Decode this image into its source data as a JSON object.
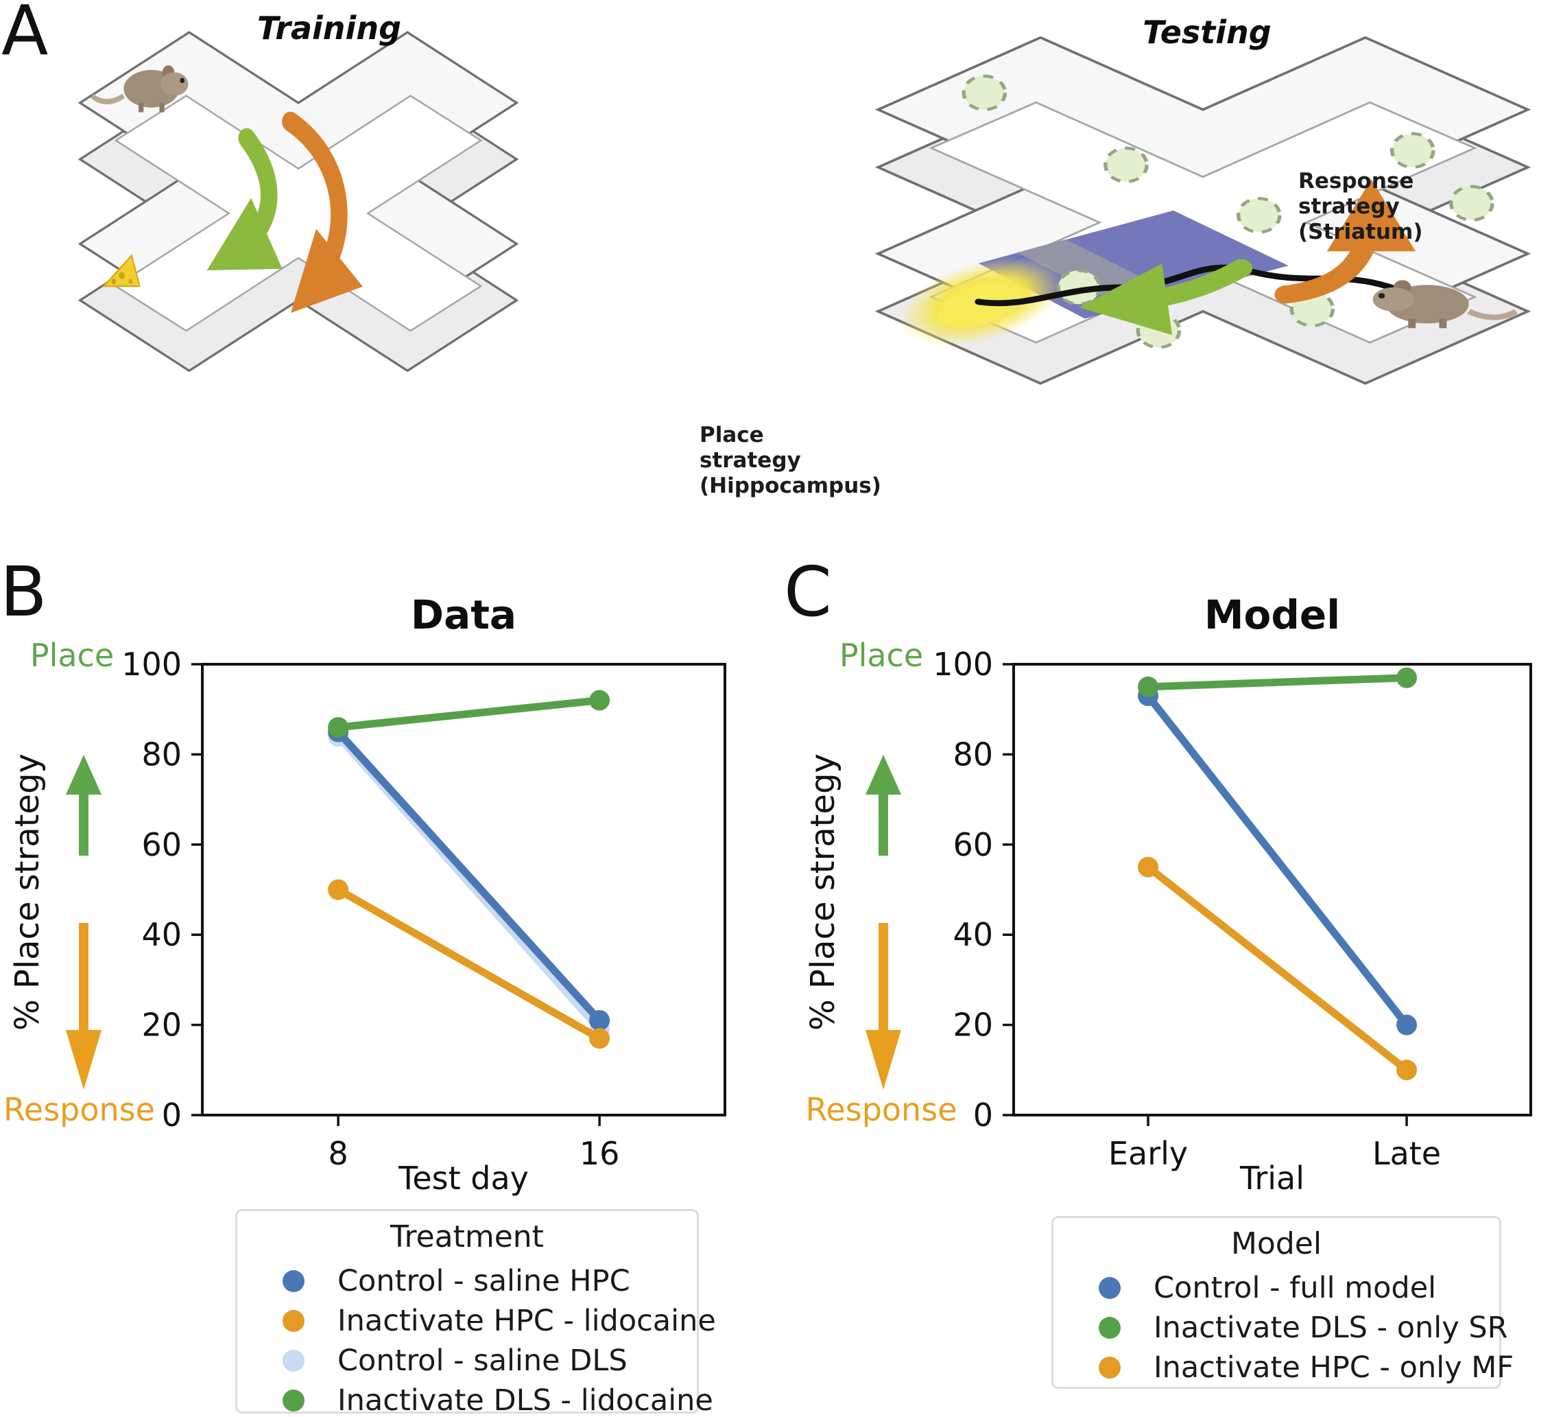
{
  "colors": {
    "blue": "#4a78b5",
    "light_blue": "#c9daf1",
    "orange": "#e49b23",
    "green": "#57a04a",
    "maze_arrow_green": "#8cba3e",
    "maze_arrow_orange": "#d8812c",
    "place_text_green": "#5fa64a",
    "response_text_orange": "#e89f20"
  },
  "panel_a": {
    "label": "A",
    "training": {
      "title": "Training"
    },
    "testing": {
      "title": "Testing",
      "response_strategy_label": {
        "lines": [
          "Response",
          "strategy",
          "(Striatum)"
        ]
      },
      "place_strategy_label": {
        "lines": [
          "Place",
          "strategy",
          "(Hippocampus)"
        ]
      }
    }
  },
  "panel_b": {
    "label": "B",
    "place_axis_label": "Place",
    "response_axis_label": "Response",
    "legend": {
      "title": "Treatment",
      "items": [
        {
          "label": "Control - saline HPC",
          "color": "#4a78b5"
        },
        {
          "label": "Inactivate HPC - lidocaine",
          "color": "#e49b23"
        },
        {
          "label": "Control - saline DLS",
          "color": "#c9daf1"
        },
        {
          "label": "Inactivate DLS - lidocaine",
          "color": "#57a04a"
        }
      ]
    }
  },
  "panel_c": {
    "label": "C",
    "place_axis_label": "Place",
    "response_axis_label": "Response",
    "legend": {
      "title": "Model",
      "items": [
        {
          "label": "Control - full model",
          "color": "#4a78b5"
        },
        {
          "label": "Inactivate DLS - only SR",
          "color": "#57a04a"
        },
        {
          "label": "Inactivate HPC - only MF",
          "color": "#e49b23"
        }
      ]
    }
  },
  "chart_data": [
    {
      "type": "line",
      "title": "Data",
      "xlabel": "Test day",
      "ylabel": "% Place strategy",
      "x_categories": [
        "8",
        "16"
      ],
      "ylim": [
        0,
        100
      ],
      "yticks": [
        0,
        20,
        40,
        60,
        80,
        100
      ],
      "grid": false,
      "legend_title": "Treatment",
      "legend_position": "below",
      "series": [
        {
          "name": "Control - saline HPC",
          "color": "#4a78b5",
          "values": [
            85,
            21
          ]
        },
        {
          "name": "Inactivate HPC - lidocaine",
          "color": "#e49b23",
          "values": [
            50,
            17
          ]
        },
        {
          "name": "Control - saline DLS",
          "color": "#c9daf1",
          "values": [
            84,
            19
          ]
        },
        {
          "name": "Inactivate DLS - lidocaine",
          "color": "#57a04a",
          "values": [
            86,
            92
          ]
        }
      ],
      "draw_order": [
        2,
        0,
        1,
        3
      ]
    },
    {
      "type": "line",
      "title": "Model",
      "xlabel": "Trial",
      "ylabel": "% Place strategy",
      "x_categories": [
        "Early",
        "Late"
      ],
      "ylim": [
        0,
        100
      ],
      "yticks": [
        0,
        20,
        40,
        60,
        80,
        100
      ],
      "grid": false,
      "legend_title": "Model",
      "legend_position": "below",
      "series": [
        {
          "name": "Control - full model",
          "color": "#4a78b5",
          "values": [
            93,
            20
          ]
        },
        {
          "name": "Inactivate DLS - only SR",
          "color": "#57a04a",
          "values": [
            95,
            97
          ]
        },
        {
          "name": "Inactivate HPC - only MF",
          "color": "#e49b23",
          "values": [
            55,
            10
          ]
        }
      ],
      "draw_order": [
        0,
        2,
        1
      ]
    }
  ]
}
